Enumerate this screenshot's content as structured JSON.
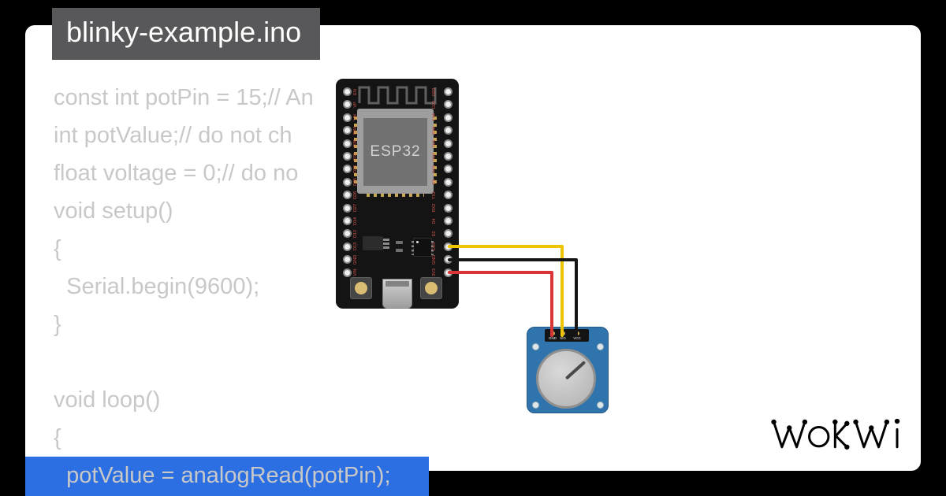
{
  "title_bar": {
    "filename": "blinky-example.ino"
  },
  "editor": {
    "lines": [
      "const int potPin = 15;// An",
      "int potValue;// do not ch",
      "float voltage = 0;// do no",
      "void setup()",
      "{",
      "  Serial.begin(9600);",
      "}",
      "",
      "void loop()",
      "{"
    ],
    "highlighted_line": "  potValue = analogRead(potPin);",
    "colors": {
      "text": "#c8c8c8",
      "highlight_bg": "#2b6fe3",
      "titlebar_bg": "#58585a"
    }
  },
  "board": {
    "label": "ESP32",
    "left_pins": [
      "EN",
      "VP",
      "VN",
      "D34",
      "D35",
      "D32",
      "D33",
      "D25",
      "D26",
      "D27",
      "D14",
      "D12",
      "D13",
      "GND",
      "VIN"
    ],
    "right_pins": [
      "D23",
      "D22",
      "TX0",
      "RX0",
      "D21",
      "D19",
      "D18",
      "D5",
      "TX2",
      "RX2",
      "D4",
      "D2",
      "D15",
      "GND",
      "3V3"
    ]
  },
  "potentiometer": {
    "pin_labels": [
      "GND",
      "SIG",
      "VCC"
    ]
  },
  "wires": [
    {
      "name": "signal-wire",
      "color": "#ecc500"
    },
    {
      "name": "ground-wire",
      "color": "#161616"
    },
    {
      "name": "power-wire",
      "color": "#d93535"
    }
  ],
  "logo": {
    "text": "WOKWI"
  }
}
